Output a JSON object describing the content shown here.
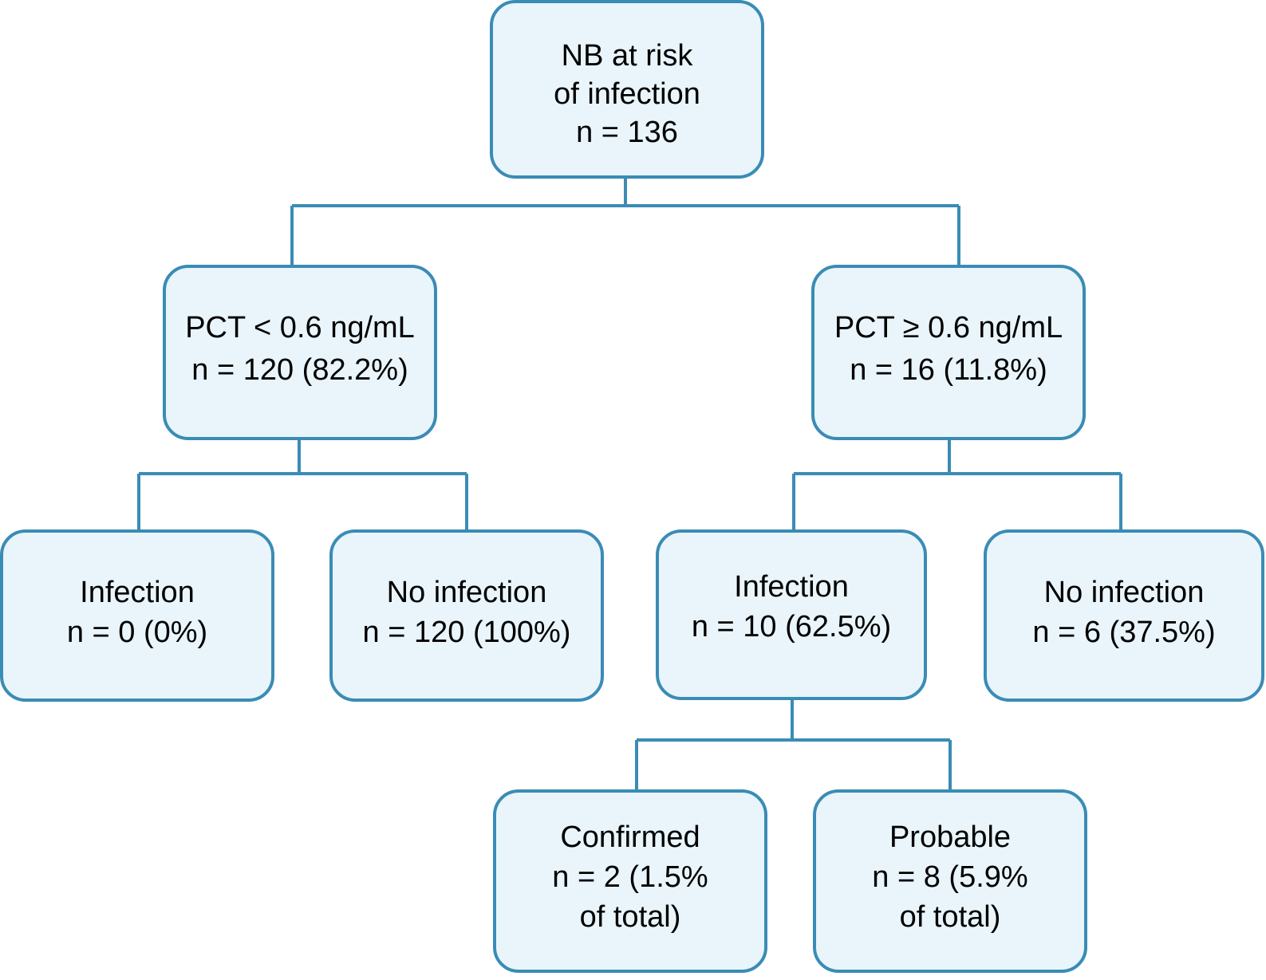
{
  "diagram": {
    "title": "Procalcitonin-based infection classification flowchart",
    "type": "flowchart",
    "colors": {
      "node_fill": "#e9f5fb",
      "node_border": "#3a8cb5",
      "connector": "#3a8cb5",
      "text": "#000000",
      "background": "#ffffff"
    }
  },
  "nodes": {
    "root": {
      "id": "nb-at-risk",
      "lines": [
        "NB at risk",
        "of infection",
        "n = 136"
      ],
      "line1": "NB at risk",
      "line2": "of infection",
      "line3": "n = 136",
      "n": 136
    },
    "pct_low": {
      "id": "pct-low",
      "lines": [
        "PCT < 0.6 ng/mL",
        "n = 120 (82.2%)"
      ],
      "line1": "PCT < 0.6 ng/mL",
      "line2": "n = 120 (82.2%)",
      "n": 120,
      "percent": "82.2%",
      "threshold": "< 0.6 ng/mL"
    },
    "pct_high": {
      "id": "pct-high",
      "lines": [
        "PCT ≥ 0.6 ng/mL",
        "n = 16 (11.8%)"
      ],
      "line1": "PCT ≥ 0.6 ng/mL",
      "line2": "n = 16 (11.8%)",
      "n": 16,
      "percent": "11.8%",
      "threshold": "≥ 0.6 ng/mL"
    },
    "low_infection": {
      "id": "low-infection",
      "lines": [
        "Infection",
        "n = 0 (0%)"
      ],
      "line1": "Infection",
      "line2": "n = 0 (0%)",
      "n": 0,
      "percent": "0%"
    },
    "low_no_infection": {
      "id": "low-no-infection",
      "lines": [
        "No infection",
        "n = 120 (100%)"
      ],
      "line1": "No infection",
      "line2": "n = 120 (100%)",
      "n": 120,
      "percent": "100%"
    },
    "high_infection": {
      "id": "high-infection",
      "lines": [
        "Infection",
        "n = 10 (62.5%)"
      ],
      "line1": "Infection",
      "line2": "n = 10 (62.5%)",
      "n": 10,
      "percent": "62.5%"
    },
    "high_no_infection": {
      "id": "high-no-infection",
      "lines": [
        "No infection",
        "n = 6 (37.5%)"
      ],
      "line1": "No infection",
      "line2": "n = 6 (37.5%)",
      "n": 6,
      "percent": "37.5%"
    },
    "confirmed": {
      "id": "confirmed",
      "lines": [
        "Confirmed",
        "n = 2 (1.5%",
        "of total)"
      ],
      "line1": "Confirmed",
      "line2": "n = 2 (1.5%",
      "line3": "of total)",
      "n": 2,
      "percent": "1.5%"
    },
    "probable": {
      "id": "probable",
      "lines": [
        "Probable",
        "n = 8 (5.9%",
        "of total)"
      ],
      "line1": "Probable",
      "line2": "n = 8 (5.9%",
      "line3": "of total)",
      "n": 8,
      "percent": "5.9%"
    }
  }
}
